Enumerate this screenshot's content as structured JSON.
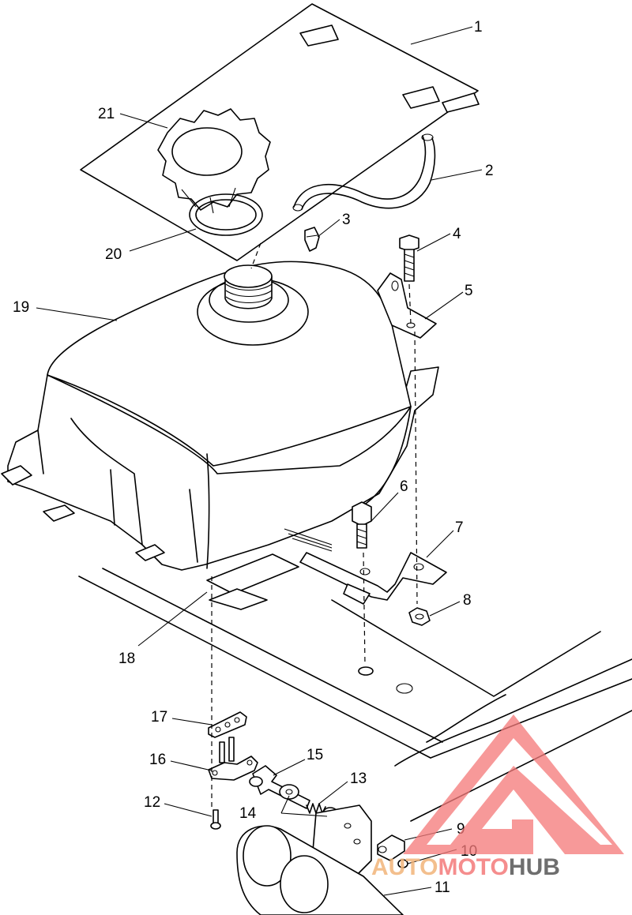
{
  "diagram": {
    "callouts": [
      "1",
      "2",
      "3",
      "4",
      "5",
      "6",
      "7",
      "8",
      "9",
      "10",
      "11",
      "12",
      "13",
      "14",
      "15",
      "16",
      "17",
      "18",
      "19",
      "20",
      "21"
    ]
  },
  "watermark": {
    "part1": "AUTO",
    "part2": "MOTO",
    "part3": "HUB",
    "color_part1": "#f2b57a",
    "color_part2": "#f47a7a",
    "color_part3": "#555555",
    "triangle_color": "#f47a7a"
  }
}
